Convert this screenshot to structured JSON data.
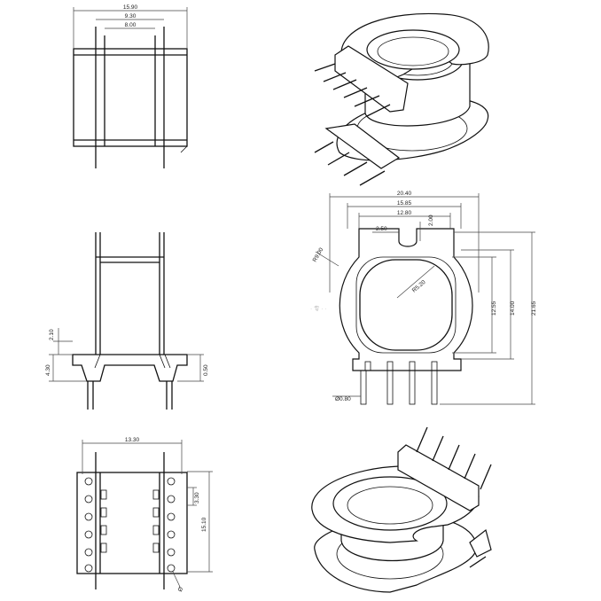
{
  "top_view": {
    "overall_width": "15.90",
    "inner_width": "9.30",
    "slot_width": "8.00"
  },
  "side_view": {
    "flange_height": "2.10",
    "base_height": "4.30",
    "pin_offset": "0.50"
  },
  "front_view": {
    "outer_width": "20.40",
    "mid_width": "15.85",
    "core_width": "12.80",
    "notch_width": "2.50",
    "notch_depth": "2.00",
    "flange_radius": "R9.00",
    "window_radius": "R5.20",
    "window_height": "12.55",
    "core_height": "14.00",
    "overall_height": "21.65",
    "pin_diameter": "Ø0.80"
  },
  "bottom_view": {
    "pin_row_spacing": "13.30",
    "pin_pitch": "3.30",
    "pin_span": "15.10",
    "hole_label": "Ø"
  },
  "unlabeled_text": "· 专 · ·"
}
